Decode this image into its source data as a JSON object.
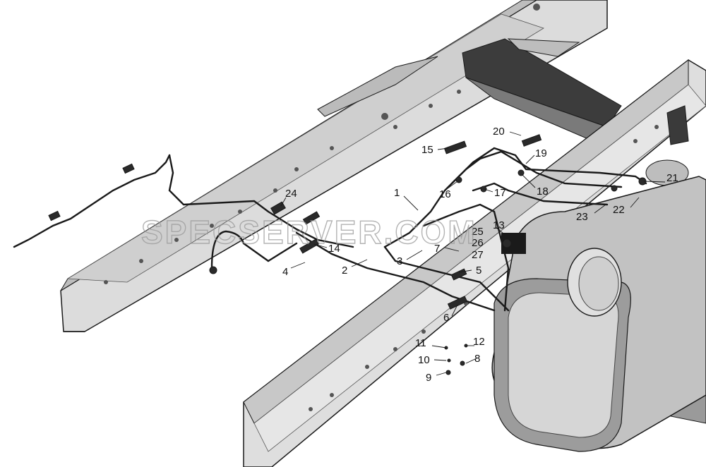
{
  "watermark": "SPECSERVER.COM",
  "callouts": [
    "1",
    "2",
    "3",
    "4",
    "5",
    "6",
    "7",
    "8",
    "9",
    "10",
    "11",
    "12",
    "13",
    "14",
    "15",
    "16",
    "17",
    "18",
    "19",
    "20",
    "21",
    "22",
    "23",
    "24",
    "25",
    "26",
    "27"
  ],
  "colors": {
    "line": "#1a1a1a",
    "frame_fill": "#d9d9d9",
    "frame_dark": "#8c8c8c",
    "tank_fill": "#c4c4c4",
    "crossmember": "#3c3c3c"
  }
}
